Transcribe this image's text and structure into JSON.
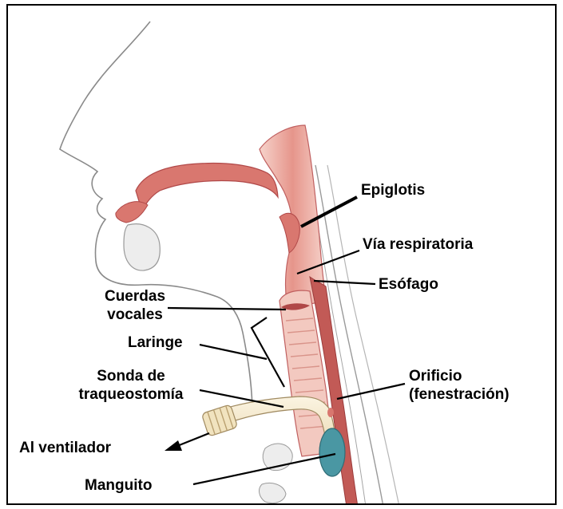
{
  "labels": {
    "epiglotis": "Epiglotis",
    "via_respiratoria": "Vía respiratoria",
    "esofago": "Esófago",
    "cuerdas_vocales": [
      "Cuerdas",
      "vocales"
    ],
    "laringe": "Laringe",
    "sonda": [
      "Sonda de",
      "traqueostomía"
    ],
    "orificio": [
      "Orificio",
      "(fenestración)"
    ],
    "ventilador": "Al ventilador",
    "manguito": "Manguito"
  },
  "colors": {
    "tissue": "#d9776f",
    "tissue_light": "#f3c9c0",
    "tissue_dark": "#b04848",
    "outline": "#8a8a8a",
    "tube": "#f4e7c9",
    "cuff": "#4a97a3",
    "leader": "#000000"
  }
}
